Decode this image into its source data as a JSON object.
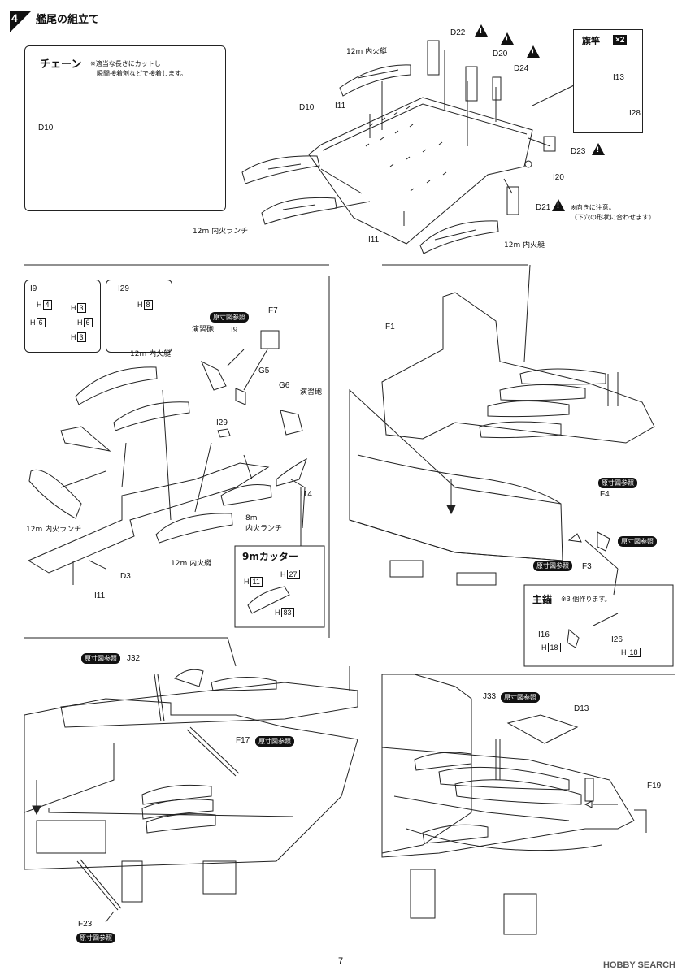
{
  "header": {
    "step_number": "4",
    "step_title": "艦尾の組立て"
  },
  "chain_panel": {
    "title": "チェーン",
    "note_line1": "※適当な長さにカットし",
    "note_line2": "瞬間接着剤などで接着します。",
    "part": "D10"
  },
  "flagpole_panel": {
    "title": "旗竿",
    "multiplier": "×2",
    "parts": [
      "I13",
      "I28"
    ]
  },
  "section1_labels": {
    "boat_12m_top": "12m 内火艇",
    "boat_12m_bottom": "12m 内火艇",
    "launch_12m": "12m 内火ランチ",
    "d10": "D10",
    "i11_a": "I11",
    "i11_b": "I11",
    "d22": "D22",
    "d20": "D20",
    "d24": "D24",
    "d23": "D23",
    "i20": "I20",
    "d21": "D21",
    "d21_note1": "※向きに注意。",
    "d21_note2": "（下穴の形状に合わせます）"
  },
  "i9_box": {
    "title": "I9",
    "h_labels": [
      "H",
      "H",
      "H",
      "H",
      "H"
    ],
    "h_values": [
      "4",
      "3",
      "6",
      "6",
      "3"
    ]
  },
  "i29_box": {
    "title": "I29",
    "h_label": "H",
    "h_value": "8"
  },
  "section2_labels": {
    "ref_tag": "原寸図参照",
    "f7": "F7",
    "i9": "I9",
    "training_gun_a": "演習砲",
    "training_gun_b": "演習砲",
    "g5": "G5",
    "g6": "G6",
    "i29": "I29",
    "boat_12m_a": "12m 内火艇",
    "boat_12m_b": "12m 内火艇",
    "launch_12m": "12m 内火ランチ",
    "launch_8m_line1": "8m",
    "launch_8m_line2": "内火ランチ",
    "i14": "I14",
    "d3": "D3",
    "i11": "I11"
  },
  "cutter_panel": {
    "title": "9mカッター",
    "parts": [
      {
        "h": "H",
        "num": "11"
      },
      {
        "h": "H",
        "num": "27"
      },
      {
        "h": "H",
        "num": "83"
      }
    ]
  },
  "section3_labels": {
    "f1": "F1",
    "ref_tag_a": "原寸図参照",
    "ref_tag_b": "原寸図参照",
    "ref_tag_c": "原寸図参照",
    "f4": "F4",
    "f3": "F3"
  },
  "anchor_panel": {
    "title": "主錨",
    "note": "※3 個作ります。",
    "i16": "I16",
    "i26": "I26",
    "h_label": "H",
    "h_value": "18"
  },
  "section4_labels": {
    "ref_tag": "原寸図参照",
    "j32": "J32",
    "f17": "F17",
    "f23": "F23",
    "ref_tag_f17": "原寸図参照",
    "ref_tag_f23": "原寸図参照"
  },
  "section5_labels": {
    "j33": "J33",
    "ref_tag": "原寸図参照",
    "d13": "D13",
    "f19": "F19"
  },
  "footer": {
    "page_number": "7",
    "watermark": "HOBBY SEARCH"
  }
}
